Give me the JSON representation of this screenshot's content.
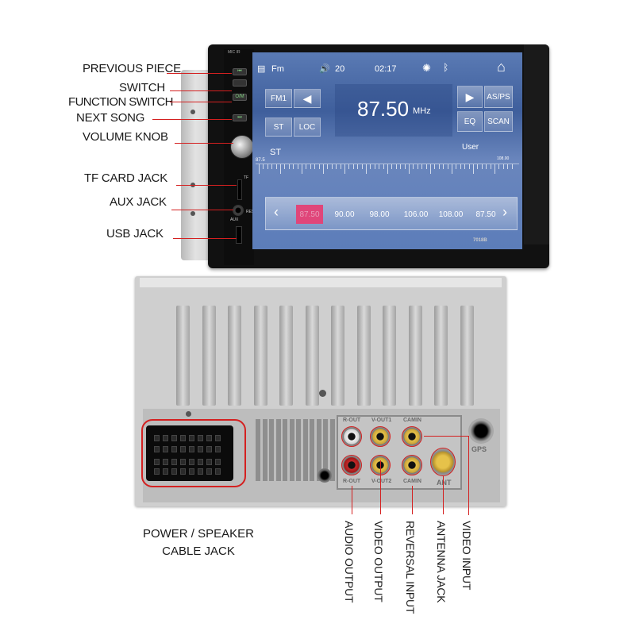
{
  "front_labels": {
    "previous_piece": "PREVIOUS PIECE",
    "switch": "SWITCH",
    "function_switch": "FUNCTION SWITCH",
    "next_song": "NEXT SONG",
    "volume_knob": "VOLUME KNOB",
    "tf_card_jack": "TF CARD JACK",
    "aux_jack": "AUX JACK",
    "usb_jack": "USB JACK"
  },
  "unit_markings": {
    "mic": "MIC",
    "ir": "IR",
    "onoff": "O/M",
    "tf": "TF",
    "aux": "AUX",
    "res": "RES",
    "model": "7018B"
  },
  "screen": {
    "band": "Fm",
    "volume": "20",
    "time": "02:17",
    "fm_button": "FM1",
    "asps_button": "AS/PS",
    "st_button": "ST",
    "loc_button": "LOC",
    "eq_button": "EQ",
    "scan_button": "SCAN",
    "frequency": "87.50",
    "unit": "MHz",
    "st_indicator": "ST",
    "user_label": "User",
    "scale_start": "87.5",
    "scale_end": "108.00",
    "presets": [
      "87.50",
      "90.00",
      "98.00",
      "106.00",
      "108.00",
      "87.50"
    ]
  },
  "rear_markings": {
    "gps": "GPS",
    "ant": "ANT",
    "top_row": [
      "R-OUT",
      "V-OUT1",
      "CAMIN"
    ],
    "bottom_row": [
      "R-OUT",
      "V-OUT2",
      "CAMIN"
    ]
  },
  "rear_labels": {
    "power_speaker_line1": "POWER / SPEAKER",
    "power_speaker_line2": "CABLE JACK",
    "audio_output": "AUDIO OUTPUT",
    "video_output": "VIDEO OUTPUT",
    "reversal_input": "REVERSAL INPUT",
    "antenna_jack": "ANTENNA JACK",
    "video_input": "VIDEO INPUT"
  },
  "colors": {
    "callout_red": "#d42020",
    "screen_blue": "#4a6aa8",
    "preset_active": "#e0467a"
  }
}
